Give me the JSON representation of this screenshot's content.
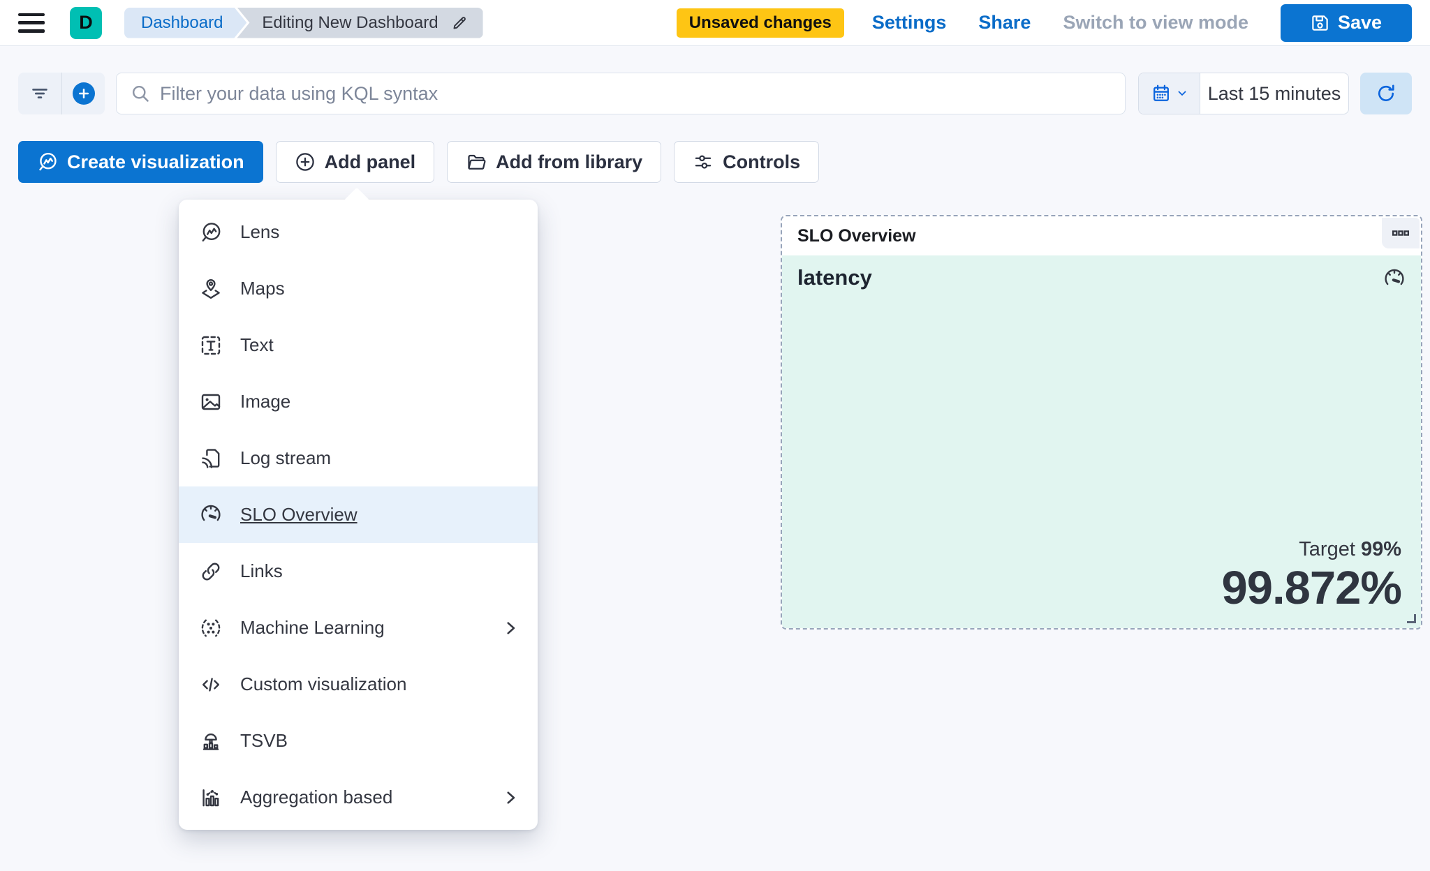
{
  "header": {
    "logo_letter": "D",
    "breadcrumbs": [
      {
        "label": "Dashboard"
      },
      {
        "label": "Editing New Dashboard"
      }
    ],
    "badge": "Unsaved changes",
    "links": [
      "Settings",
      "Share"
    ],
    "view_mode_label": "Switch to view mode",
    "save_label": "Save"
  },
  "query_bar": {
    "placeholder": "Filter your data using KQL syntax",
    "time_range": "Last 15 minutes"
  },
  "toolbar": {
    "create_visualization": "Create visualization",
    "add_panel": "Add panel",
    "add_from_library": "Add from library",
    "controls": "Controls"
  },
  "add_panel_menu": {
    "items": [
      {
        "label": "Lens",
        "icon": "lens-icon",
        "submenu": false,
        "selected": false
      },
      {
        "label": "Maps",
        "icon": "maps-icon",
        "submenu": false,
        "selected": false
      },
      {
        "label": "Text",
        "icon": "text-icon",
        "submenu": false,
        "selected": false
      },
      {
        "label": "Image",
        "icon": "image-icon",
        "submenu": false,
        "selected": false
      },
      {
        "label": "Log stream",
        "icon": "log-stream-icon",
        "submenu": false,
        "selected": false
      },
      {
        "label": "SLO Overview",
        "icon": "slo-overview-icon",
        "submenu": false,
        "selected": true
      },
      {
        "label": "Links",
        "icon": "links-icon",
        "submenu": false,
        "selected": false
      },
      {
        "label": "Machine Learning",
        "icon": "machine-learning-icon",
        "submenu": true,
        "selected": false
      },
      {
        "label": "Custom visualization",
        "icon": "custom-visualization-icon",
        "submenu": false,
        "selected": false
      },
      {
        "label": "TSVB",
        "icon": "tsvb-icon",
        "submenu": false,
        "selected": false
      },
      {
        "label": "Aggregation based",
        "icon": "aggregation-based-icon",
        "submenu": true,
        "selected": false
      }
    ]
  },
  "slo_panel": {
    "title": "SLO Overview",
    "metric_label": "latency",
    "target_label": "Target",
    "target_value": "99%",
    "value": "99.872%"
  },
  "icons": {
    "menu-icon": "hamburger three bars",
    "edit-icon": "pencil",
    "save-icon": "floppy disk",
    "filter-icon": "funnel lines",
    "add-filter-icon": "plus in filled circle",
    "search-icon": "magnifier",
    "calendar-icon": "calendar grid",
    "chevron-down-icon": "v chevron",
    "refresh-icon": "circular arrow",
    "lens-icon": "circle with zigzag chart",
    "maps-icon": "map pin over layer",
    "text-icon": "T in dashed box",
    "image-icon": "picture frame",
    "log-stream-icon": "page with signal arcs",
    "slo-overview-icon": "speedometer gauge",
    "links-icon": "chain link",
    "machine-learning-icon": "dotted parens with nodes",
    "custom-visualization-icon": "code angle brackets",
    "tsvb-icon": "dome over bars",
    "aggregation-based-icon": "bars with dotted line",
    "chevron-right-icon": "submenu arrow",
    "plus-circle-icon": "plus in circle outline",
    "folder-icon": "open folder",
    "controls-icon": "horizontal sliders",
    "panel-options-icon": "three small boxes",
    "gauge-icon": "speedometer",
    "resize-icon": "corner drag handle"
  },
  "colors": {
    "primary": "#0b74d1",
    "link": "#0a6cc8",
    "teal": "#00bfb3",
    "yellow": "#fec514",
    "mint": "#e1f5f0",
    "hover": "#e7f1fb",
    "chipblue": "#dbe7f6",
    "chipgray": "#d3d9e2",
    "text": "#343741",
    "pagebg": "#f7f8fc",
    "refreshbg": "#cfe4f6",
    "iconblue": "#0b64dd"
  }
}
